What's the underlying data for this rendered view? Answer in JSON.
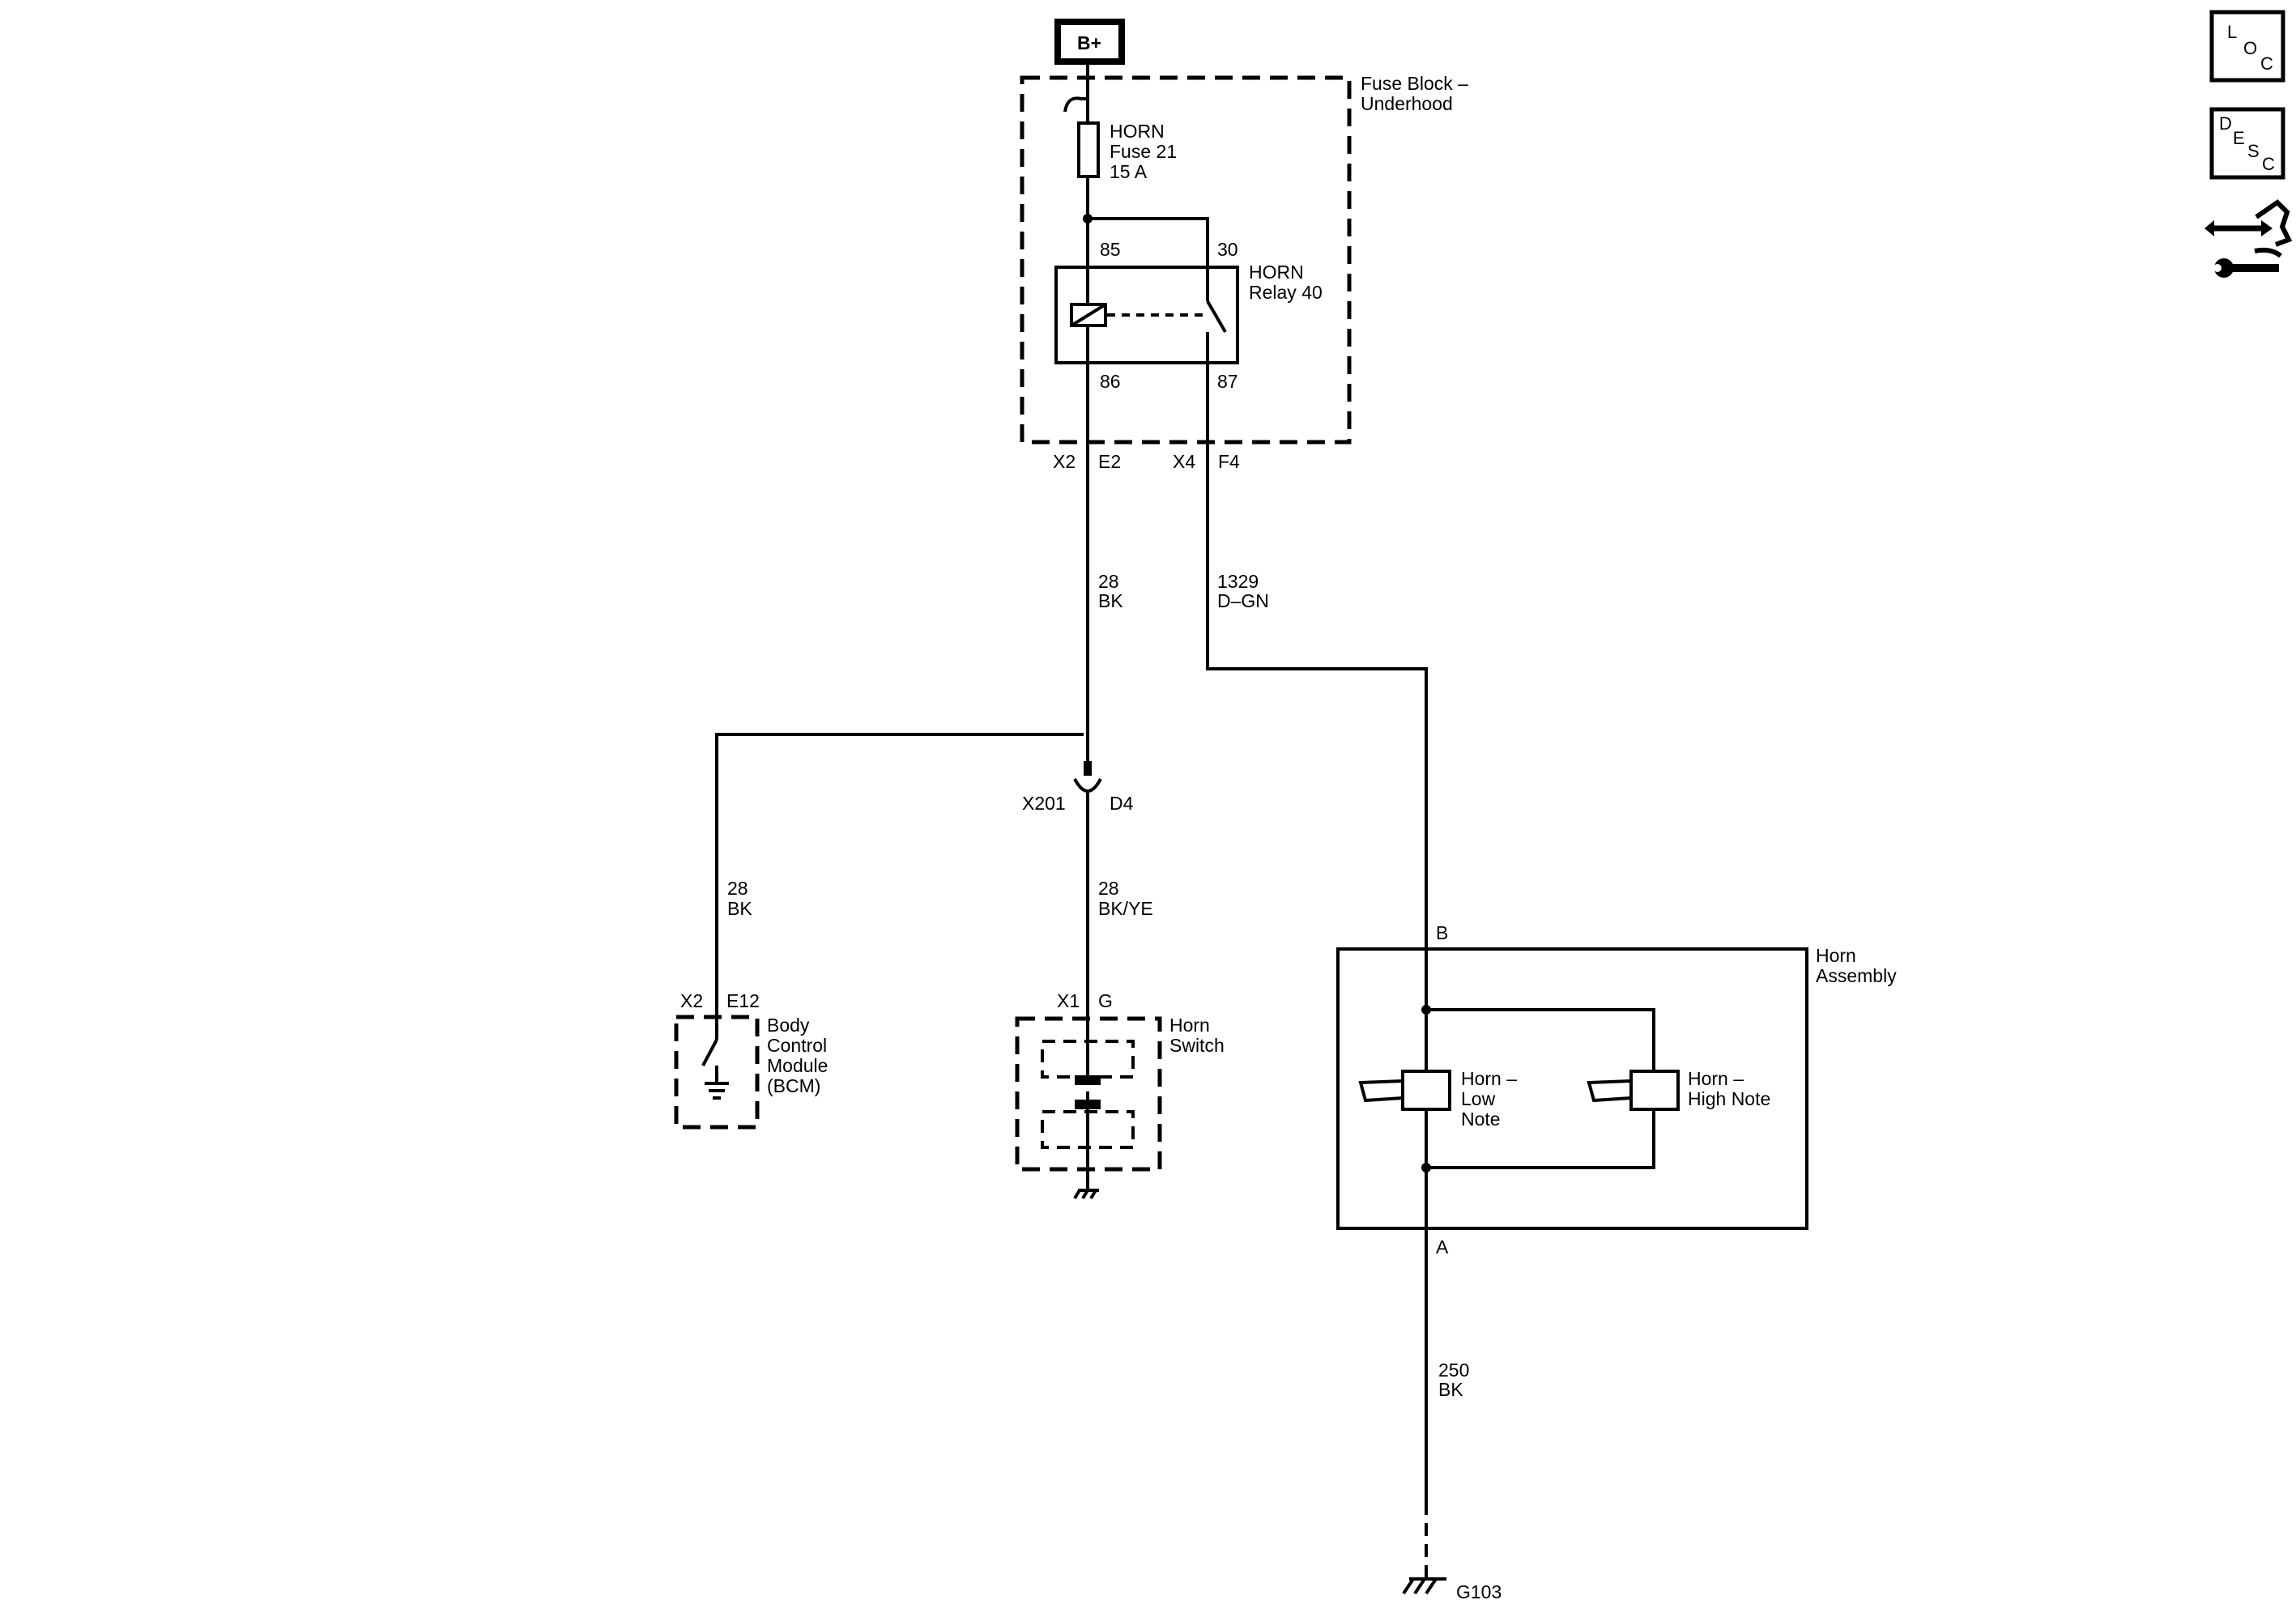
{
  "source_label": "B+",
  "fuse_block": {
    "name_line1": "Fuse Block –",
    "name_line2": "Underhood"
  },
  "fuse": {
    "line1": "HORN",
    "line2": "Fuse 21",
    "line3": "15 A"
  },
  "relay": {
    "name_line1": "HORN",
    "name_line2": "Relay 40",
    "pins": {
      "p85": "85",
      "p30": "30",
      "p86": "86",
      "p87": "87"
    }
  },
  "connectors": {
    "x2_left": "X2",
    "e2": "E2",
    "x4": "X4",
    "f4": "F4",
    "x201": "X201",
    "d4": "D4",
    "bcm_x2": "X2",
    "bcm_e12": "E12",
    "sw_x1": "X1",
    "sw_g": "G",
    "horn_b": "B",
    "horn_a": "A"
  },
  "wires": {
    "w28bk_top": {
      "circuit": "28",
      "color": "BK"
    },
    "w1329": {
      "circuit": "1329",
      "color": "D–GN"
    },
    "w28bk_bcm": {
      "circuit": "28",
      "color": "BK"
    },
    "w28bkye": {
      "circuit": "28",
      "color": "BK/YE"
    },
    "w250": {
      "circuit": "250",
      "color": "BK"
    }
  },
  "bcm": {
    "line1": "Body",
    "line2": "Control",
    "line3": "Module",
    "line4": "(BCM)"
  },
  "horn_switch": {
    "line1": "Horn",
    "line2": "Switch"
  },
  "horn_assembly": {
    "name_line1": "Horn",
    "name_line2": "Assembly",
    "low": {
      "line1": "Horn –",
      "line2": "Low",
      "line3": "Note"
    },
    "high": {
      "line1": "Horn –",
      "line2": "High Note"
    }
  },
  "ground": {
    "label": "G103"
  },
  "nav": {
    "loc": {
      "l1": "L",
      "l2": "O",
      "l3": "C"
    },
    "desc": {
      "l1": "D",
      "l2": "E",
      "l3": "S",
      "l4": "C"
    },
    "tools_icon": "connector-wrench-icon"
  }
}
